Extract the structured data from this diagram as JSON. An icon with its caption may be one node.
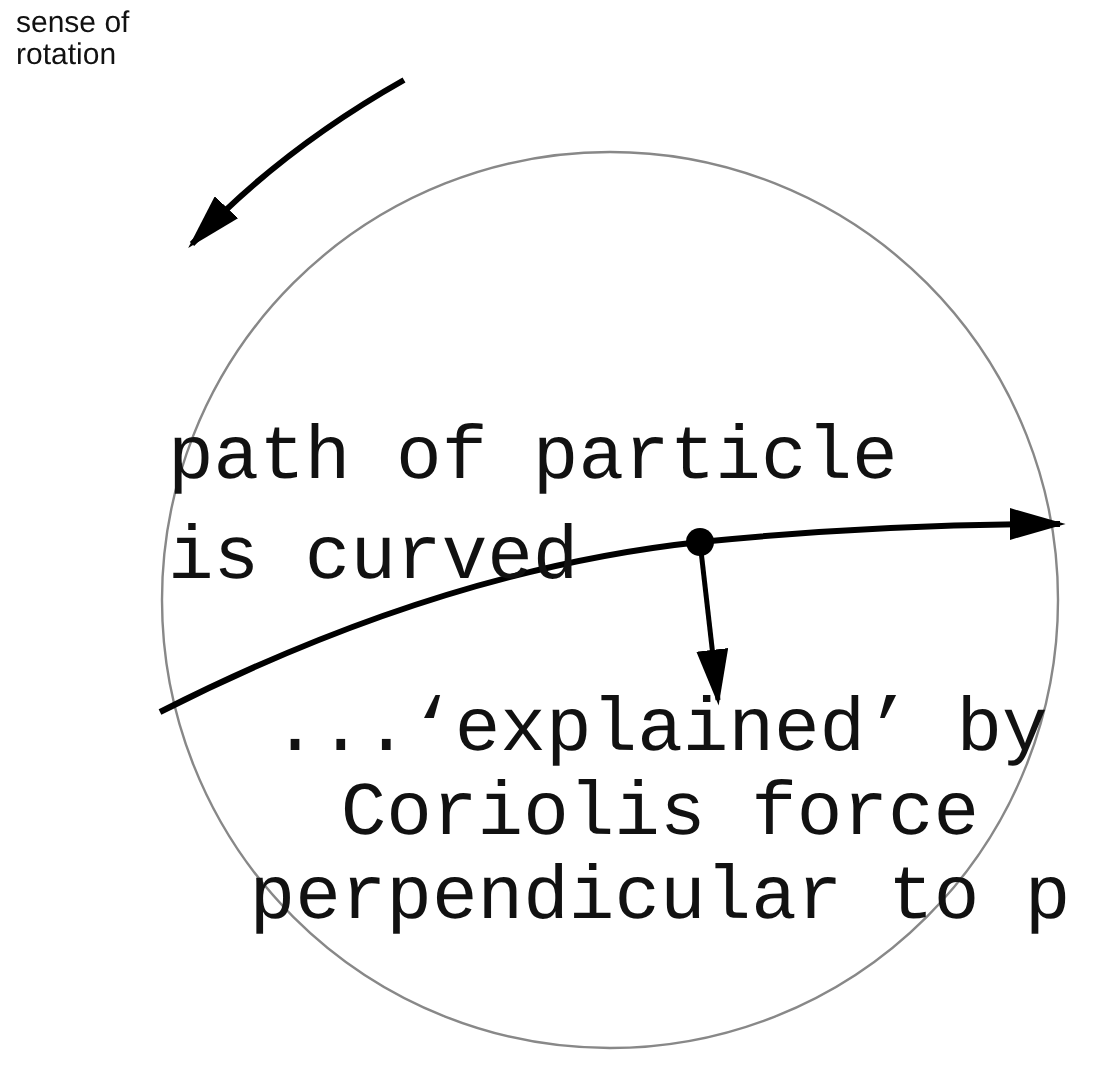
{
  "diagram": {
    "labels": [
      "sense of rotation",
      "path of particle is curved",
      "...‘explained’ by Coriolis force perpendicular to p"
    ]
  }
}
